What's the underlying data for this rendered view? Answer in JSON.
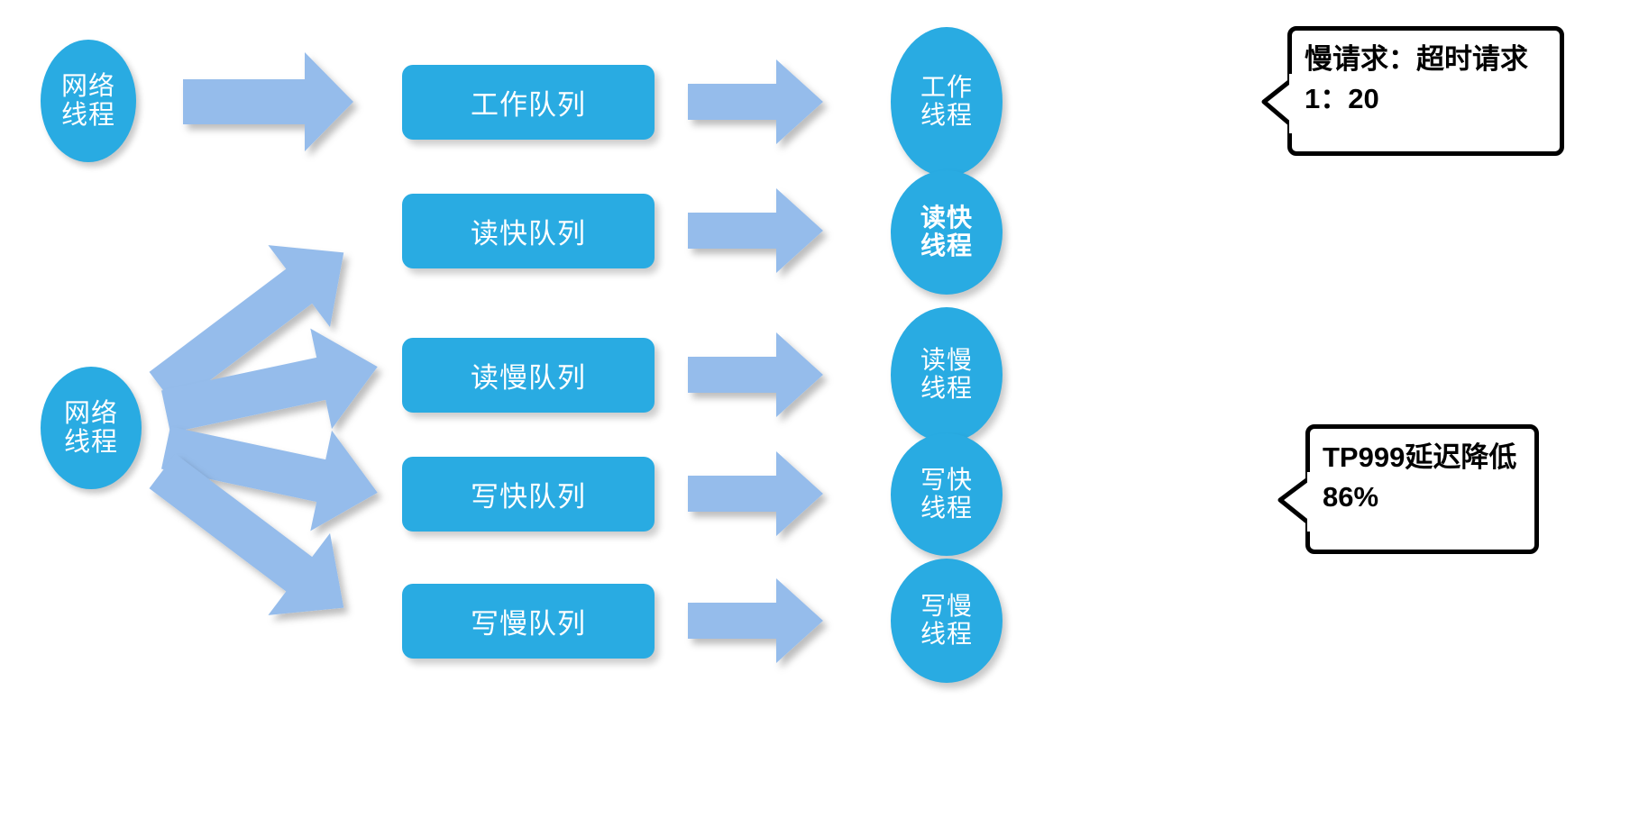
{
  "diagram": {
    "title": "thread-queue-dispatch-architecture",
    "colors": {
      "node_blue": "#29ABE2",
      "arrow_blue": "#95BCEB",
      "node_text": "#FFFFFF",
      "callout_border": "#000000",
      "callout_text": "#000000",
      "background": "#FFFFFF"
    },
    "sources": [
      {
        "id": "net-thread-top",
        "line1": "网络",
        "line2": "线程"
      },
      {
        "id": "net-thread-bottom",
        "line1": "网络",
        "line2": "线程"
      }
    ],
    "queues": [
      {
        "id": "work-queue",
        "label": "工作队列"
      },
      {
        "id": "read-fast-queue",
        "label": "读快队列"
      },
      {
        "id": "read-slow-queue",
        "label": "读慢队列"
      },
      {
        "id": "write-fast-queue",
        "label": "写快队列"
      },
      {
        "id": "write-slow-queue",
        "label": "写慢队列"
      }
    ],
    "threads": [
      {
        "id": "work-thread",
        "line1": "工作",
        "line2": "线程",
        "bold": false
      },
      {
        "id": "read-fast-thread",
        "line1": "读快",
        "line2": "线程",
        "bold": true
      },
      {
        "id": "read-slow-thread",
        "line1": "读慢",
        "line2": "线程",
        "bold": false
      },
      {
        "id": "write-fast-thread",
        "line1": "写快",
        "line2": "线程",
        "bold": false
      },
      {
        "id": "write-slow-thread",
        "line1": "写慢",
        "line2": "线程",
        "bold": false
      }
    ],
    "callouts": [
      {
        "id": "slow-request-ratio",
        "line1": "慢请求：超时请求",
        "line2": "1：20"
      },
      {
        "id": "tp999-latency-drop",
        "line1": "TP999延迟降低",
        "line2": "86%"
      }
    ]
  }
}
